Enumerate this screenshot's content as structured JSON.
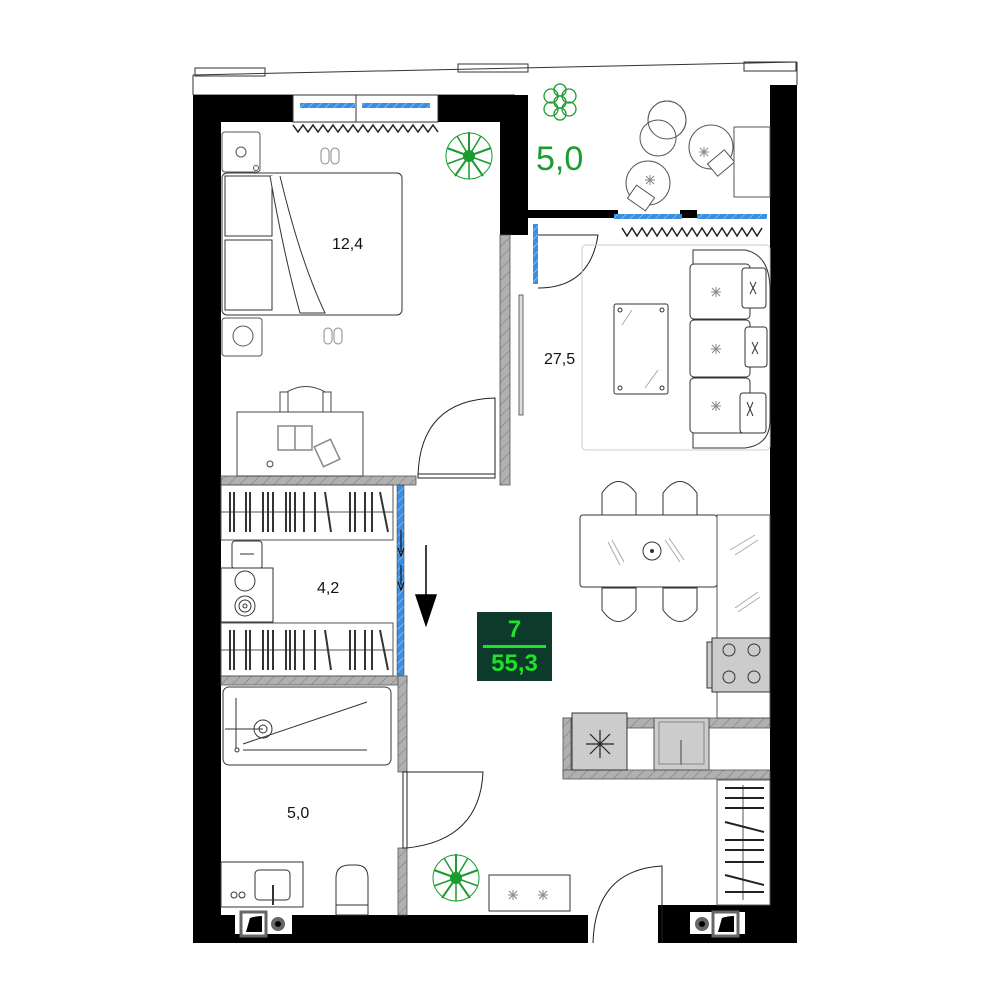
{
  "plan": {
    "type": "apartment-floor-plan",
    "rooms_count": "7",
    "total_area": "55,3",
    "colors": {
      "wall": "#000000",
      "partition": "#aaaaaa",
      "window_glass": "#3a8fe0",
      "plant": "#1a9c2e",
      "badge_bg": "#0e3a2c",
      "badge_text": "#1fe02a",
      "appliance_fill": "#cccccc"
    }
  },
  "rooms": [
    {
      "id": "bedroom",
      "area": "12,4"
    },
    {
      "id": "living-kitchen",
      "area": "27,5"
    },
    {
      "id": "wardrobe",
      "area": "4,2"
    },
    {
      "id": "bathroom",
      "area": "5,0"
    },
    {
      "id": "balcony",
      "area": "5,0"
    }
  ],
  "icons": [
    "plant-icon",
    "bed-icon",
    "sofa-icon",
    "coffee-table-icon",
    "dining-table-icon",
    "chair-icon",
    "stove-icon",
    "fridge-icon",
    "sink-icon",
    "bathtub-icon",
    "toilet-icon",
    "washing-machine-icon",
    "desk-icon",
    "armchair-icon",
    "door-icon",
    "window-icon",
    "entrance-arrow-icon",
    "ventilation-shaft-icon"
  ]
}
